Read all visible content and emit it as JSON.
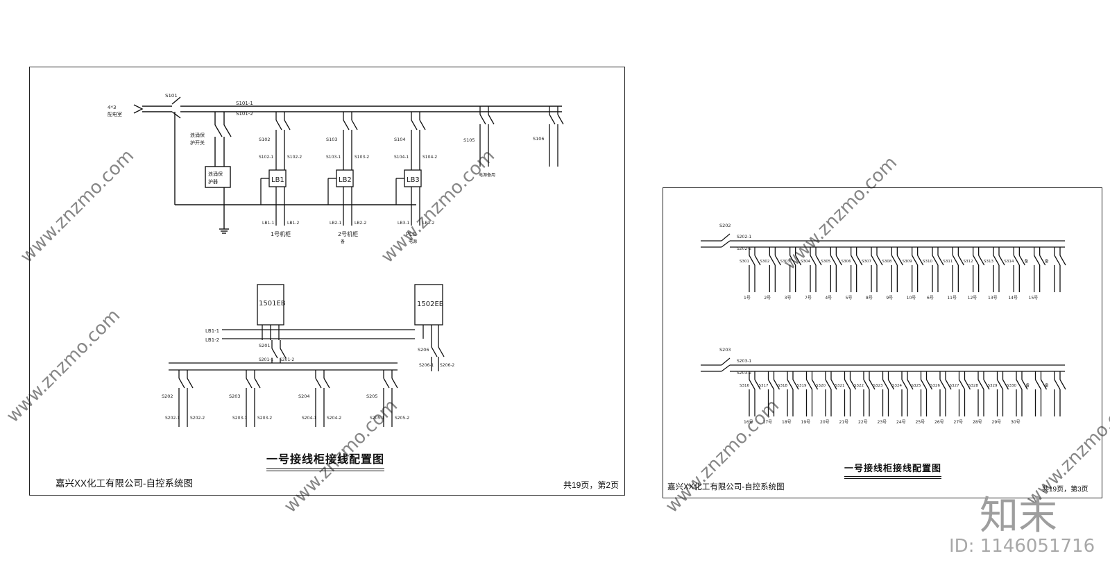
{
  "sheet1": {
    "company": "嘉兴XX化工有限公司-自控系统图",
    "page": "共19页，第2页",
    "title": "一号接线柜接线配置图",
    "incoming": [
      "4*3",
      "配电室"
    ],
    "main_switch": "S101",
    "bus_labels": [
      "S101-1",
      "S101-2"
    ],
    "surge_label": [
      "浪涌保",
      "护开关"
    ],
    "surge_box": [
      "浪涌保",
      "护器"
    ],
    "feeders": [
      {
        "switch": "S102",
        "out": [
          "S102-1",
          "S102-2"
        ],
        "box": "LB1",
        "term": [
          "LB1-1",
          "LB1-2"
        ],
        "dest": [
          "1号机柜",
          ""
        ]
      },
      {
        "switch": "S103",
        "out": [
          "S103-1",
          "S103-2"
        ],
        "box": "LB2",
        "term": [
          "LB2-1",
          "LB2-2"
        ],
        "dest": [
          "2号机柜",
          "备"
        ]
      },
      {
        "switch": "S104",
        "out": [
          "S104-1",
          "S104-2"
        ],
        "box": "LB3",
        "term": [
          "LB3-1",
          "LB3-2"
        ],
        "dest": [
          "PLC",
          "电源"
        ]
      }
    ],
    "s105": {
      "switch": "S105",
      "dest": "电源备用"
    },
    "s106": {
      "switch": "S106"
    },
    "eb": [
      "1501EB",
      "1502EB"
    ],
    "lb_lines": [
      "LB1-1",
      "LB1-2"
    ],
    "s201": {
      "switch": "S201",
      "out": [
        "S201-1",
        "S201-2"
      ]
    },
    "s206": {
      "switch": "S206",
      "out": [
        "S206-1",
        "S206-2"
      ]
    },
    "lower_feeders": [
      {
        "switch": "S202",
        "out": [
          "S202-1",
          "S202-2"
        ]
      },
      {
        "switch": "S203",
        "out": [
          "S203-1",
          "S203-2"
        ]
      },
      {
        "switch": "S204",
        "out": [
          "S204-1",
          "S204-2"
        ]
      },
      {
        "switch": "S205",
        "out": [
          "S205-1",
          "S205-2"
        ]
      }
    ]
  },
  "sheet2": {
    "company": "嘉兴XX化工有限公司-自控系统图",
    "page": "共19页，第3页",
    "title": "一号接线柜接线配置图",
    "upper": {
      "main_switch": "S202",
      "bus_labels": [
        "S202-1",
        "S202-2"
      ],
      "switches": [
        "S301",
        "S302",
        "S303",
        "S304",
        "S305",
        "S306",
        "S307",
        "S308",
        "S309",
        "S310",
        "S311",
        "S312",
        "S313",
        "S314",
        "备",
        "备"
      ],
      "dest": [
        "1号",
        "2号",
        "3号",
        "7号",
        "4号",
        "5号",
        "8号",
        "9号",
        "10号",
        "6号",
        "11号",
        "12号",
        "13号",
        "14号",
        "15号"
      ]
    },
    "lower": {
      "main_switch": "S203",
      "bus_labels": [
        "S203-1",
        "S203-2"
      ],
      "switches": [
        "S316",
        "S317",
        "S318",
        "S319",
        "S320",
        "S321",
        "S322",
        "S323",
        "S324",
        "S325",
        "S326",
        "S327",
        "S328",
        "S329",
        "S330",
        "备",
        "备"
      ],
      "dest": [
        "16号",
        "17号",
        "18号",
        "19号",
        "20号",
        "21号",
        "22号",
        "23号",
        "24号",
        "25号",
        "26号",
        "27号",
        "28号",
        "29号",
        "30号"
      ]
    }
  },
  "watermark": {
    "domain": "www.znzmo.com",
    "brand": "知末",
    "id": "ID: 1146051716"
  }
}
